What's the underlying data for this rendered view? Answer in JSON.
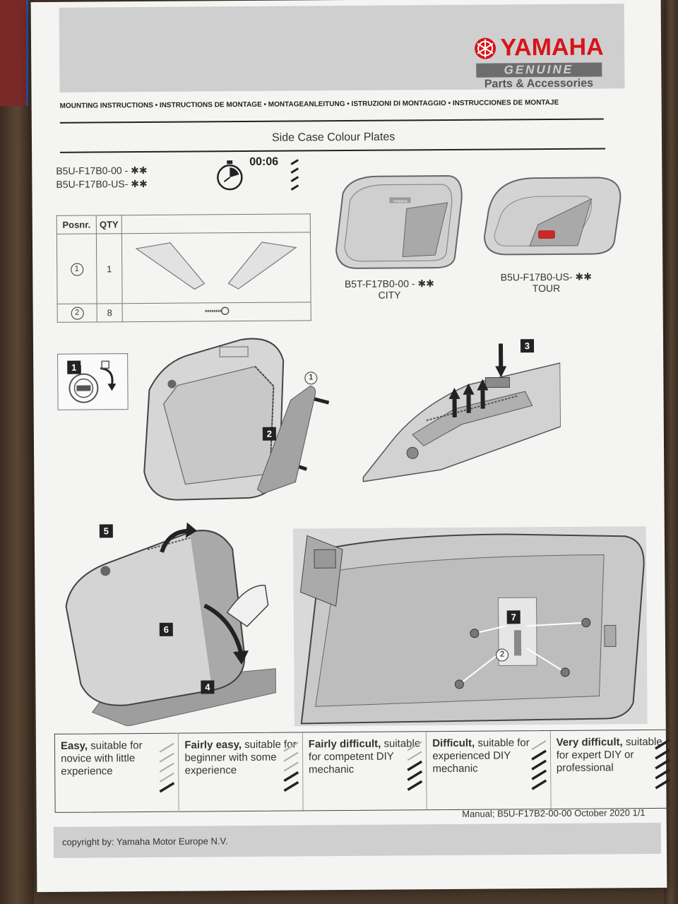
{
  "brand": {
    "logo_text": "YAMAHA",
    "genuine": "GENUINE",
    "parts": "Parts & Accessories",
    "accent": "#d7141a"
  },
  "mounting_instructions": "MOUNTING INSTRUCTIONS • INSTRUCTIONS DE MONTAGE • MONTAGEANLEITUNG • ISTRUZIONI DI MONTAGGIO • INSTRUCCIONES DE MONTAJE",
  "title": "Side Case Colour Plates",
  "part_numbers": [
    "B5U-F17B0-00 - ✱✱",
    "B5U-F17B0-US- ✱✱"
  ],
  "time": "00:06",
  "parts_table": {
    "headers": [
      "Posnr.",
      "QTY"
    ],
    "rows": [
      {
        "pos": "1",
        "qty": "1"
      },
      {
        "pos": "2",
        "qty": "8"
      }
    ]
  },
  "cases": [
    {
      "code": "B5T-F17B0-00 - ✱✱",
      "name": "CITY"
    },
    {
      "code": "B5U-F17B0-US- ✱✱",
      "name": "TOUR"
    }
  ],
  "case_badge": "YAMAHA",
  "steps": [
    "1",
    "2",
    "3",
    "4",
    "5",
    "6",
    "7"
  ],
  "callouts": [
    "1",
    "2"
  ],
  "difficulty": [
    {
      "strong": "Easy,",
      "rest": " suitable for novice with little experience",
      "wrenches": 1
    },
    {
      "strong": "Fairly easy,",
      "rest": " suitable for beginner with some experience",
      "wrenches": 2
    },
    {
      "strong": "Fairly difficult,",
      "rest": " suitable for competent DIY mechanic",
      "wrenches": 3
    },
    {
      "strong": "Difficult,",
      "rest": " suitable for experienced DIY mechanic",
      "wrenches": 4
    },
    {
      "strong": "Very difficult,",
      "rest": " suitable for expert DIY or professional",
      "wrenches": 5
    }
  ],
  "manual_ref": "Manual; B5U-F17B2-00-00 October 2020 1/1",
  "copyright": "copyright by: Yamaha Motor Europe N.V."
}
